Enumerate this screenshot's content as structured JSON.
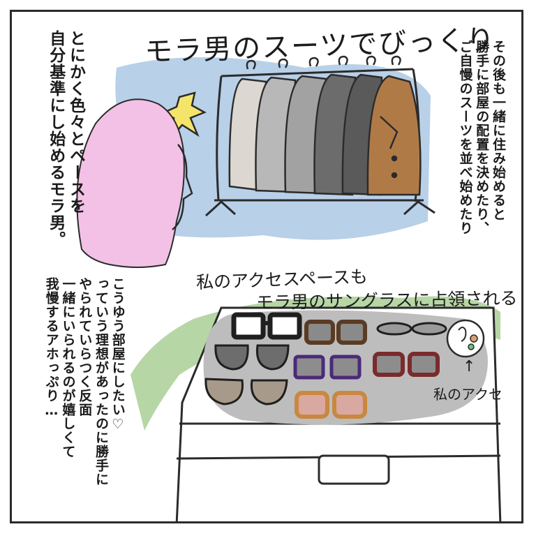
{
  "title": "モラ男のスーツでびっくり",
  "narration_left": [
    "とにかく色々とペースを",
    "自分基準にし始めるモラ男。"
  ],
  "narration_right": [
    "その後も一緒に住み始めると",
    "勝手に部屋の配置を決めたり、",
    "ご自慢のスーツを並べ始めたり"
  ],
  "caption_accessory_line1": "私のアクセスペースも",
  "caption_accessory_line2": "モラ男のサングラスに占領される",
  "arrow_glyph": "↑",
  "accessory_note": "私のアクセ",
  "narration_bottom": [
    "こうゆう部屋にしたい♡",
    "っていう理想があったのに勝手に",
    "やられていらつく反面",
    "一緒にいられるのが嬉しくて",
    "我慢するアホっぷり…"
  ],
  "colors": {
    "sky": "#b8d0e8",
    "green": "#b7d6a5",
    "hair": "#f3c1e6",
    "tray": "#bdbdbd",
    "coat": "#b07a47",
    "frame": "#2b2b2b"
  },
  "icons": {
    "surprise": "yellow-burst-icon"
  }
}
